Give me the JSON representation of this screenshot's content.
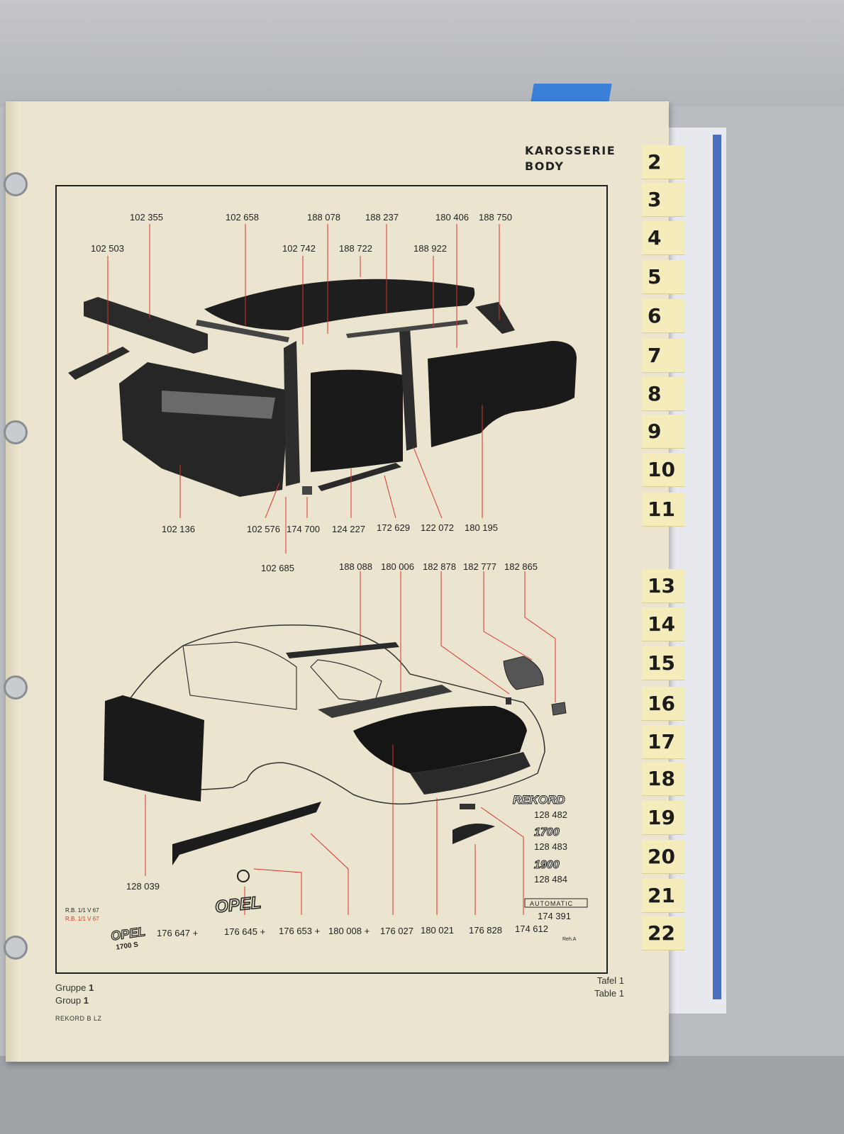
{
  "header": {
    "line1": "KAROSSERIE",
    "line2": "BODY"
  },
  "tabs": [
    "2",
    "3",
    "4",
    "5",
    "6",
    "7",
    "8",
    "9",
    "10",
    "11",
    "13",
    "14",
    "15",
    "16",
    "17",
    "18",
    "19",
    "20",
    "21",
    "22"
  ],
  "top_labels": {
    "l102355": "102 355",
    "l102658": "102 658",
    "l188078": "188 078",
    "l188237": "188 237",
    "l180406": "180 406",
    "l188750": "188 750",
    "l102503": "102 503",
    "l102742": "102 742",
    "l188722": "188 722",
    "l188922": "188 922",
    "l102136": "102 136",
    "l102576": "102 576",
    "l174700": "174 700",
    "l124227": "124 227",
    "l172629": "172 629",
    "l122072": "122 072",
    "l180195": "180 195",
    "l102685": "102 685"
  },
  "bottom_labels": {
    "l188088": "188 088",
    "l180006": "180 006",
    "l182878": "182 878",
    "l182777": "182 777",
    "l182865": "182 865",
    "l128482": "128 482",
    "l128483": "128 483",
    "l128484": "128 484",
    "l174391": "174 391",
    "l128039": "128 039",
    "l176647": "176 647 +",
    "l176645": "176 645 +",
    "l176653": "176 653 +",
    "l180008": "180 008 +",
    "l176027": "176 027",
    "l180021": "180 021",
    "l176828": "176 828",
    "l174612": "174 612"
  },
  "emblems": {
    "rekord": "REKORD",
    "e1700": "1700",
    "e1900": "1900",
    "automatic": "AUTOMATIC",
    "opel": "OPEL",
    "opel_small": "OPEL",
    "opel_badge_sub": "1700 S"
  },
  "notes": {
    "rb1": "R.B. 1/1 V 67",
    "rb2": "R.B. 1/1 V 67",
    "corner": "Reh.A"
  },
  "footer": {
    "gruppe_label": "Gruppe",
    "gruppe_num": "1",
    "group_label": "Group",
    "group_num": "1",
    "tafel": "Tafel 1",
    "table": "Table 1",
    "code": "REKORD B LZ"
  },
  "colors": {
    "paper": "#ebe5cf",
    "ink": "#222222",
    "leader_red": "#d9342b",
    "tab": "#f4ecba"
  }
}
